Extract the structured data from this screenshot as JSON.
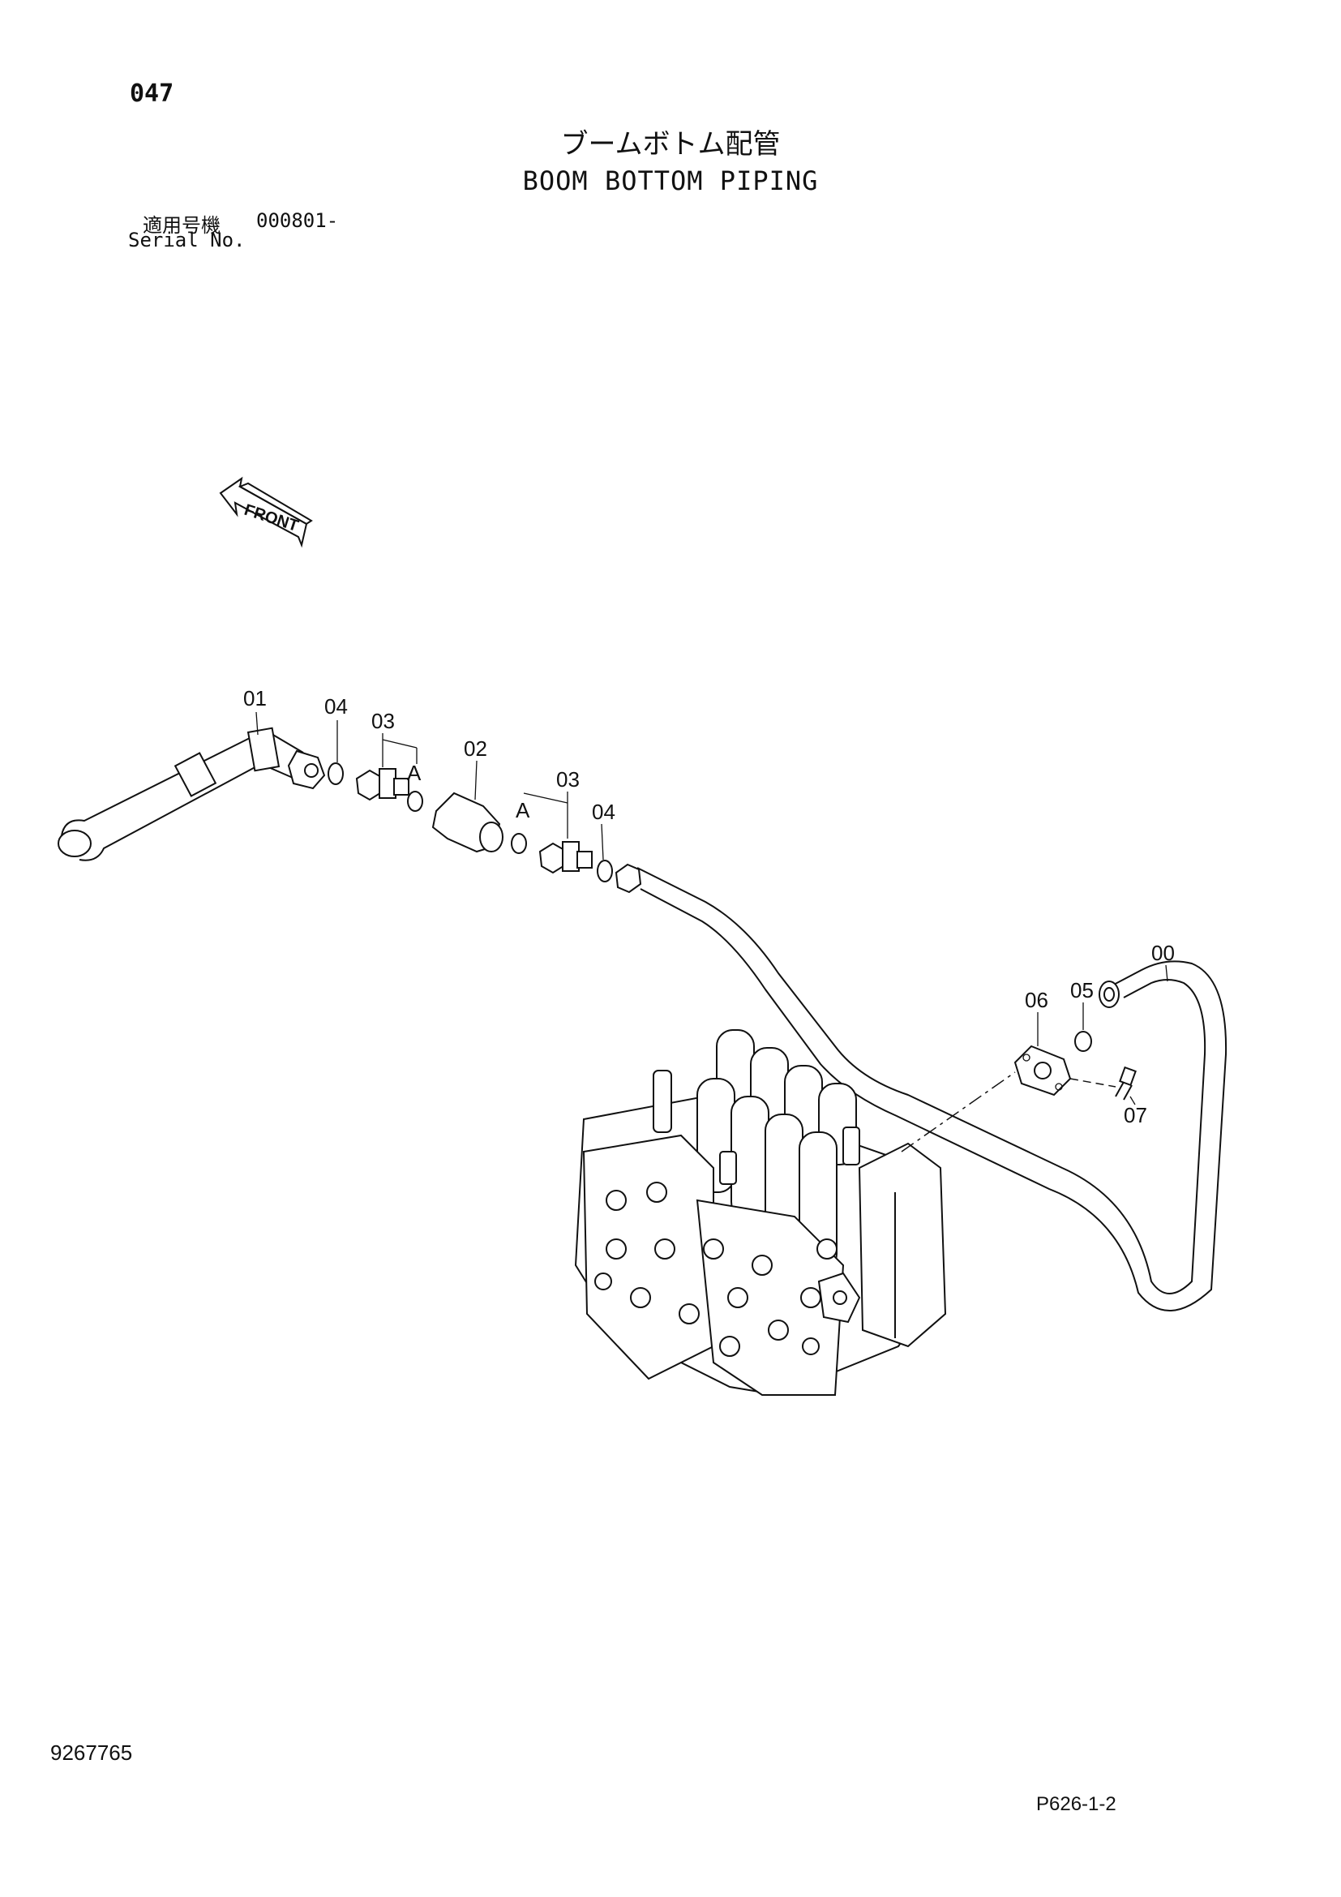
{
  "header": {
    "page_number": "047",
    "title_jp": "ブームボトム配管",
    "title_en": "BOOM BOTTOM PIPING",
    "serial_label_jp": "適用号機",
    "serial_value": "000801-",
    "serial_label_en": "Serial No."
  },
  "footer": {
    "doc_number": "9267765",
    "page_code": "P626-1-2"
  },
  "diagram": {
    "front_arrow_label": "FRONT",
    "callouts": [
      "00",
      "01",
      "02",
      "03",
      "03",
      "04",
      "04",
      "05",
      "06",
      "07",
      "A",
      "A"
    ]
  }
}
